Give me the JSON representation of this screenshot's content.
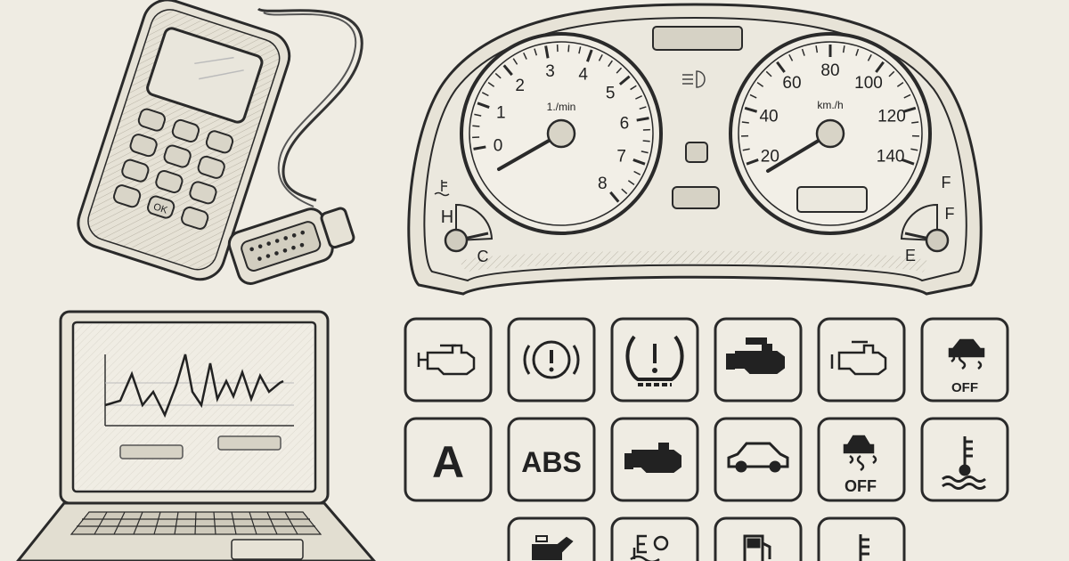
{
  "scanner": {
    "ok_label": "OK"
  },
  "tachometer": {
    "unit": "1./min",
    "ticks": [
      "0",
      "1",
      "2",
      "3",
      "4",
      "5",
      "6",
      "7",
      "8"
    ],
    "needle_value": 0.3
  },
  "speedometer": {
    "unit": "km./h",
    "ticks": [
      "20",
      "40",
      "60",
      "80",
      "100",
      "120",
      "140"
    ],
    "needle_value": 25
  },
  "temp_gauge": {
    "high": "H",
    "low": "C"
  },
  "fuel_gauge": {
    "full_top": "F",
    "full": "F",
    "empty": "E"
  },
  "warning_lights": {
    "row1": [
      {
        "icon": "check-engine-icon",
        "text": ""
      },
      {
        "icon": "brake-warning-icon",
        "text": "(!)"
      },
      {
        "icon": "tire-pressure-icon",
        "text": "(!)"
      },
      {
        "icon": "engine-solid-icon",
        "text": ""
      },
      {
        "icon": "check-engine-outline-icon",
        "text": ""
      },
      {
        "icon": "traction-control-off-icon",
        "text": "OFF"
      }
    ],
    "row2": [
      {
        "icon": "auto-stop-icon",
        "text": "A"
      },
      {
        "icon": "abs-icon",
        "text": "ABS"
      },
      {
        "icon": "engine-dark-icon",
        "text": ""
      },
      {
        "icon": "car-icon",
        "text": ""
      },
      {
        "icon": "stability-off-icon",
        "text": "OFF"
      },
      {
        "icon": "coolant-temp-icon",
        "text": ""
      }
    ],
    "row3": [
      {
        "icon": "oil-can-icon",
        "text": ""
      },
      {
        "icon": "eco-mode-icon",
        "text": ""
      },
      {
        "icon": "fuel-pump-icon",
        "text": ""
      },
      {
        "icon": "temperature-icon",
        "text": ""
      }
    ]
  }
}
